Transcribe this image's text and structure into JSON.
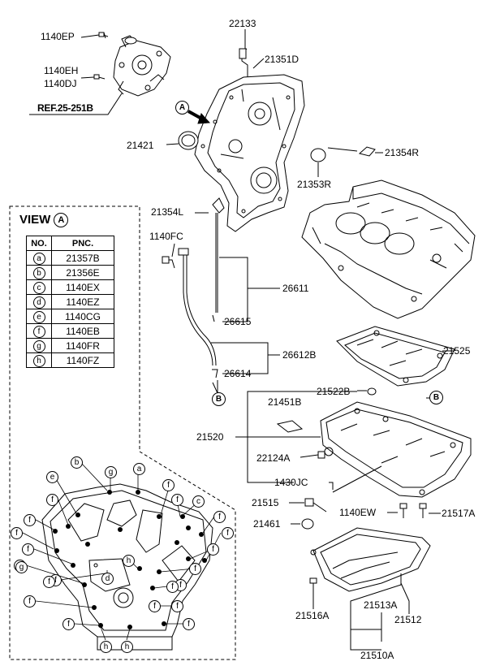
{
  "parts": {
    "p22133": "22133",
    "p1140EP": "1140EP",
    "p21351D": "21351D",
    "p1140EH": "1140EH",
    "p1140DJ": "1140DJ",
    "ref": "REF.25-251B",
    "p21421": "21421",
    "p21354R": "21354R",
    "p21353R": "21353R",
    "p21354L": "21354L",
    "p1140FC": "1140FC",
    "p26611": "26611",
    "p26615": "26615",
    "p26612B": "26612B",
    "p26614": "26614",
    "p21525": "21525",
    "p21522B": "21522B",
    "p21451B": "21451B",
    "p21520": "21520",
    "p22124A": "22124A",
    "p1430JC": "1430JC",
    "p21515": "21515",
    "p1140EW": "1140EW",
    "p21517A": "21517A",
    "p21461": "21461",
    "p21516A": "21516A",
    "p21513A": "21513A",
    "p21512": "21512",
    "p21510A": "21510A"
  },
  "callouts": {
    "view_marker": "A",
    "b_marker": "B"
  },
  "view": {
    "title": "VIEW",
    "marker": "A",
    "header_no": "NO.",
    "header_pnc": "PNC.",
    "rows": [
      {
        "code": "a",
        "pnc": "21357B"
      },
      {
        "code": "b",
        "pnc": "21356E"
      },
      {
        "code": "c",
        "pnc": "1140EX"
      },
      {
        "code": "d",
        "pnc": "1140EZ"
      },
      {
        "code": "e",
        "pnc": "1140CG"
      },
      {
        "code": "f",
        "pnc": "1140EB"
      },
      {
        "code": "g",
        "pnc": "1140FR"
      },
      {
        "code": "h",
        "pnc": "1140FZ"
      }
    ]
  },
  "view_markers": [
    "b",
    "g",
    "a",
    "e",
    "c",
    "f",
    "f",
    "f",
    "f",
    "f",
    "f",
    "f",
    "f",
    "f",
    "f",
    "f",
    "f",
    "f",
    "f",
    "f",
    "f",
    "f",
    "g",
    "h",
    "d",
    "f",
    "f",
    "f",
    "h",
    "h"
  ]
}
